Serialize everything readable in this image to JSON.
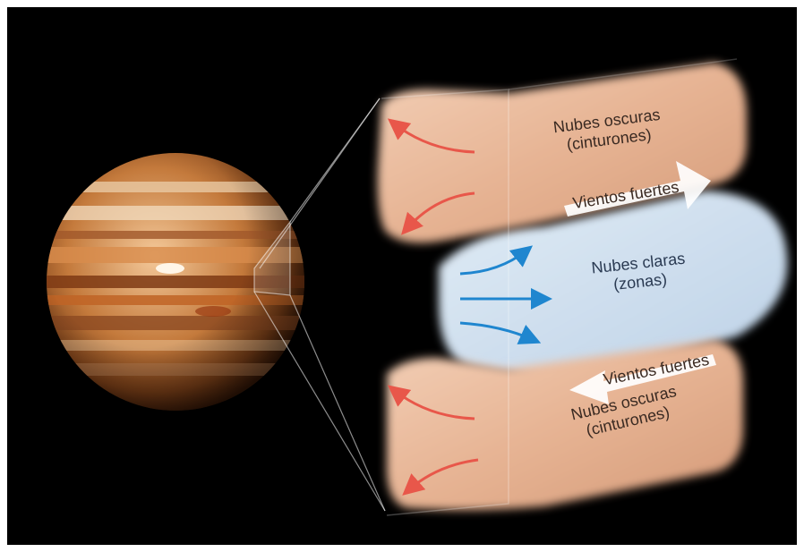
{
  "labels": {
    "dark_clouds_top": "Nubes oscuras\n(cinturones)",
    "strong_winds_top": "Vientos fuertes",
    "light_clouds": "Nubes claras\n(zonas)",
    "strong_winds_bottom": "Vientos fuertes",
    "dark_clouds_bottom": "Nubes oscuras\n(cinturones)"
  },
  "colors": {
    "background": "#000000",
    "belt_clouds": "#e9b79a",
    "zone_clouds": "#cfe0ef",
    "belt_arrows": "#e8574a",
    "zone_arrows": "#1f86cf",
    "wind_arrows": "#ffffff"
  },
  "icons": {
    "belt_flow": "curved-arrow-left",
    "zone_flow": "curved-arrow-right",
    "wind": "block-arrow"
  }
}
